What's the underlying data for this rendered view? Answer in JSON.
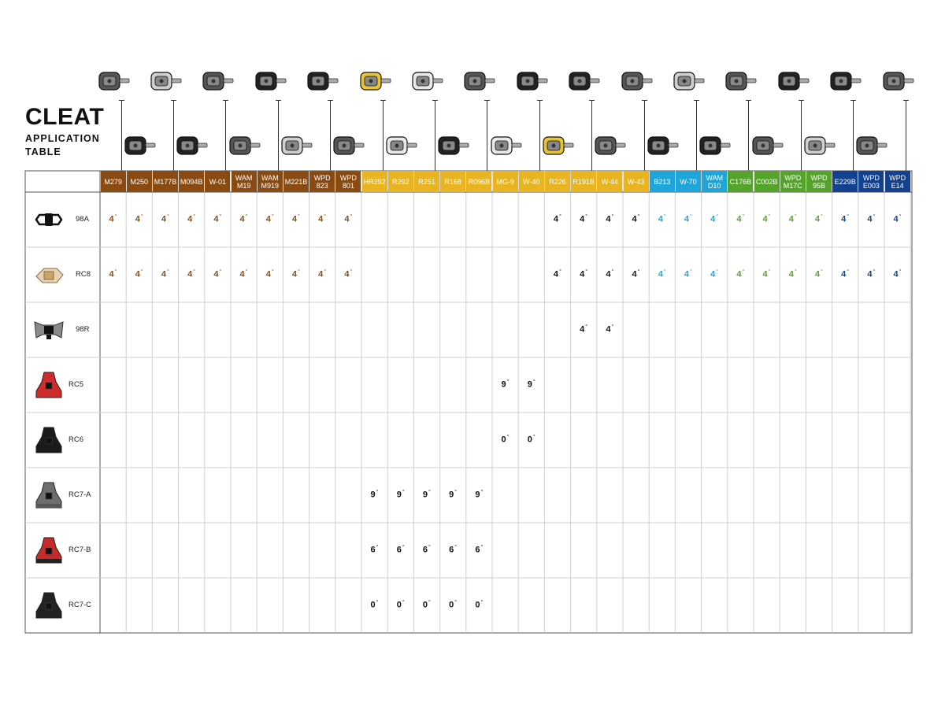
{
  "title": "CLEAT",
  "subtitle": "APPLICATION TABLE",
  "colors": {
    "brown": "#8a4b13",
    "yellow": "#e8b422",
    "cyan": "#1ea6db",
    "green": "#55a32a",
    "navy": "#12418f"
  },
  "pedals": [
    {
      "model": "M279",
      "group": "brown"
    },
    {
      "model": "M250",
      "group": "brown"
    },
    {
      "model": "M177B",
      "group": "brown"
    },
    {
      "model": "M094B",
      "group": "brown"
    },
    {
      "model": "W-01",
      "group": "brown"
    },
    {
      "model": "WAM\nM19",
      "group": "brown"
    },
    {
      "model": "WAM\nM919",
      "group": "brown"
    },
    {
      "model": "M221B",
      "group": "brown"
    },
    {
      "model": "WPD\n823",
      "group": "brown"
    },
    {
      "model": "WPD\n801",
      "group": "brown"
    },
    {
      "model": "HR292",
      "group": "yellow"
    },
    {
      "model": "R292",
      "group": "yellow"
    },
    {
      "model": "R251",
      "group": "yellow"
    },
    {
      "model": "R168",
      "group": "yellow"
    },
    {
      "model": "R096B",
      "group": "yellow"
    },
    {
      "model": "MG-9",
      "group": "yellow"
    },
    {
      "model": "W-40",
      "group": "yellow"
    },
    {
      "model": "R226",
      "group": "yellow"
    },
    {
      "model": "R191B",
      "group": "yellow"
    },
    {
      "model": "W-44",
      "group": "yellow"
    },
    {
      "model": "W-43",
      "group": "yellow"
    },
    {
      "model": "B213",
      "group": "cyan"
    },
    {
      "model": "W-70",
      "group": "cyan"
    },
    {
      "model": "WAM\nD10",
      "group": "cyan"
    },
    {
      "model": "C176B",
      "group": "green"
    },
    {
      "model": "C002B",
      "group": "green"
    },
    {
      "model": "WPD\nM17C",
      "group": "green"
    },
    {
      "model": "WPD\n95B",
      "group": "green"
    },
    {
      "model": "E229B",
      "group": "navy"
    },
    {
      "model": "WPD\nE003",
      "group": "navy"
    },
    {
      "model": "WPD\nE14",
      "group": "navy"
    }
  ],
  "cleats": [
    {
      "name": "98A",
      "icon": "cleat-98a-icon",
      "values": {
        "0": "4",
        "1": "4",
        "2": "4",
        "3": "4",
        "4": "4",
        "5": "4",
        "6": "4",
        "7": "4",
        "8": "4",
        "9": "4",
        "17": "4",
        "18": "4",
        "19": "4",
        "20": "4",
        "21": "4",
        "22": "4",
        "23": "4",
        "24": "4",
        "25": "4",
        "26": "4",
        "27": "4",
        "28": "4",
        "29": "4",
        "30": "4"
      }
    },
    {
      "name": "RC8",
      "icon": "cleat-rc8-icon",
      "values": {
        "0": "4",
        "1": "4",
        "2": "4",
        "3": "4",
        "4": "4",
        "5": "4",
        "6": "4",
        "7": "4",
        "8": "4",
        "9": "4",
        "17": "4",
        "18": "4",
        "19": "4",
        "20": "4",
        "21": "4",
        "22": "4",
        "23": "4",
        "24": "4",
        "25": "4",
        "26": "4",
        "27": "4",
        "28": "4",
        "29": "4",
        "30": "4"
      }
    },
    {
      "name": "98R",
      "icon": "cleat-98r-icon",
      "values": {
        "18": "4",
        "19": "4"
      }
    },
    {
      "name": "RC5",
      "icon": "cleat-rc5-icon",
      "values": {
        "15": "9",
        "16": "9"
      }
    },
    {
      "name": "RC6",
      "icon": "cleat-rc6-icon",
      "values": {
        "15": "0",
        "16": "0"
      }
    },
    {
      "name": "RC7-A",
      "icon": "cleat-rc7a-icon",
      "values": {
        "10": "9",
        "11": "9",
        "12": "9",
        "13": "9",
        "14": "9"
      }
    },
    {
      "name": "RC7-B",
      "icon": "cleat-rc7b-icon",
      "values": {
        "10": "6",
        "11": "6",
        "12": "6",
        "13": "6",
        "14": "6"
      }
    },
    {
      "name": "RC7-C",
      "icon": "cleat-rc7c-icon",
      "values": {
        "10": "0",
        "11": "0",
        "12": "0",
        "13": "0",
        "14": "0"
      }
    }
  ],
  "degree_symbol": "°"
}
